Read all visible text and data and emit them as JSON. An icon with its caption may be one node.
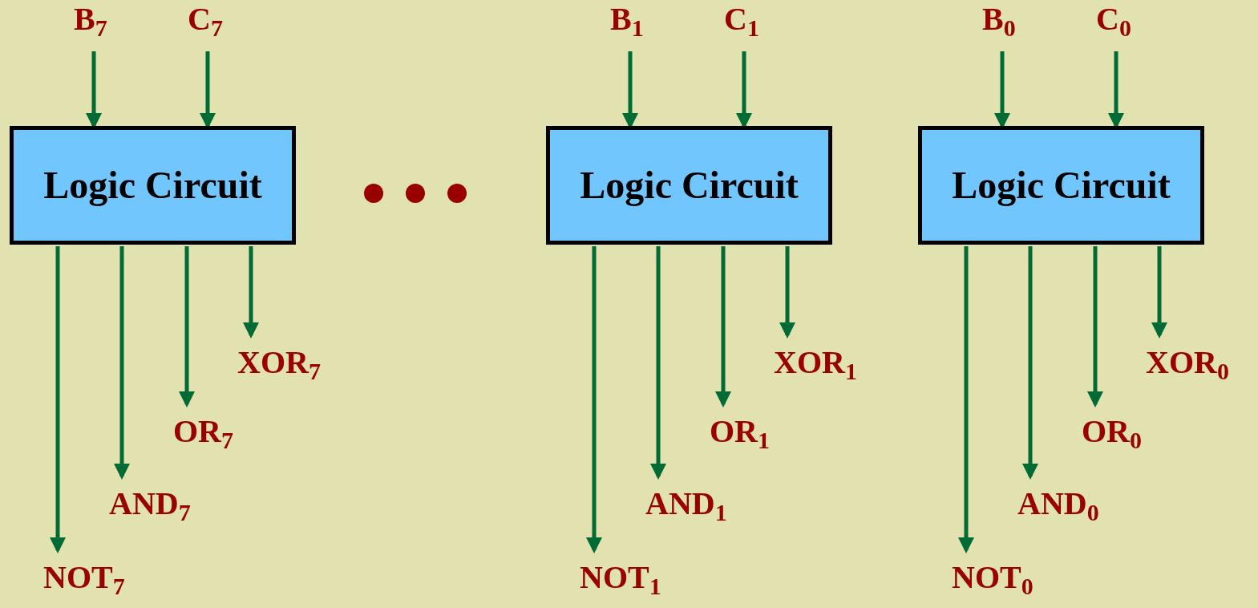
{
  "diagram": {
    "nodes": [
      {
        "text": [
          "B$_{7}$"
        ]
      },
      {
        "text": [
          "C$_{7}$"
        ]
      },
      {
        "text": [
          "Logic Circuit"
        ]
      },
      {
        "text": [
          "XOR$_{7}$"
        ]
      },
      {
        "text": [
          "OR$_{7}$"
        ]
      },
      {
        "text": [
          "AND$_{7}$"
        ]
      },
      {
        "text": [
          "NOT$_{7}$"
        ]
      },
      {
        "text": [
          "B$_{1}$"
        ]
      },
      {
        "text": [
          "C$_{1}$"
        ]
      },
      {
        "text": [
          "Logic Circuit"
        ]
      },
      {
        "text": [
          "XOR$_{1}$"
        ]
      },
      {
        "text": [
          "OR$_{1}$"
        ]
      },
      {
        "text": [
          "AND$_{1}$"
        ]
      },
      {
        "text": [
          "NOT$_{1}$"
        ]
      },
      {
        "text": [
          "B$_{0}$"
        ]
      },
      {
        "text": [
          "C$_{0}$"
        ]
      },
      {
        "text": [
          "Logic Circuit"
        ]
      },
      {
        "text": [
          "XOR$_{0}$"
        ]
      },
      {
        "text": [
          "OR$_{0}$"
        ]
      },
      {
        "text": [
          "AND$_{0}$"
        ]
      },
      {
        "text": [
          "NOT$_{0}$"
        ]
      }
    ],
    "edges": [
      {
        "from": 0,
        "to": 2,
        "arrow": "to"
      },
      {
        "from": 1,
        "to": 2,
        "arrow": "to"
      },
      {
        "from": 2,
        "to": 3,
        "arrow": "to"
      },
      {
        "from": 2,
        "to": 4,
        "arrow": "to"
      },
      {
        "from": 2,
        "to": 5,
        "arrow": "to"
      },
      {
        "from": 2,
        "to": 6,
        "arrow": "to"
      },
      {
        "from": 7,
        "to": 9,
        "arrow": "to"
      },
      {
        "from": 8,
        "to": 9,
        "arrow": "to"
      },
      {
        "from": 9,
        "to": 10,
        "arrow": "to"
      },
      {
        "from": 9,
        "to": 11,
        "arrow": "to"
      },
      {
        "from": 9,
        "to": 12,
        "arrow": "to"
      },
      {
        "from": 9,
        "to": 13,
        "arrow": "to"
      },
      {
        "from": 14,
        "to": 16,
        "arrow": "to"
      },
      {
        "from": 15,
        "to": 16,
        "arrow": "to"
      },
      {
        "from": 16,
        "to": 17,
        "arrow": "to"
      },
      {
        "from": 16,
        "to": 18,
        "arrow": "to"
      },
      {
        "from": 16,
        "to": 19,
        "arrow": "to"
      },
      {
        "from": 16,
        "to": 20,
        "arrow": "to"
      }
    ]
  }
}
